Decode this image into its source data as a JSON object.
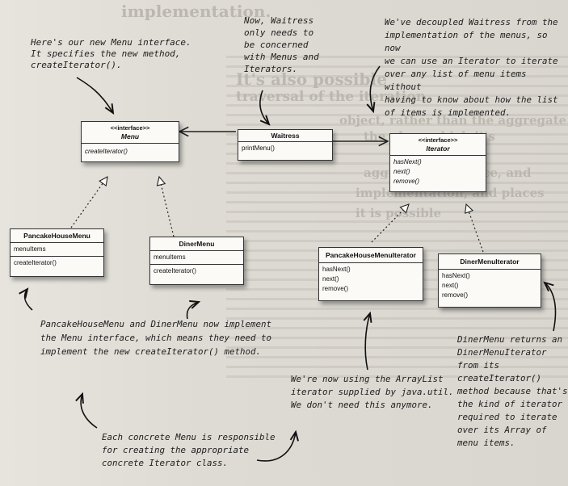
{
  "background": {
    "heading_1": "implementation.",
    "heading_2": "It's also possible",
    "heading_3": "traversal of the iteration",
    "heading_4": "object, rather than the aggregate.",
    "heading_5": "the place which it's",
    "heading_6": "aggregate interface, and",
    "heading_7": "implementation, and places",
    "heading_8": "it is possible"
  },
  "classes": {
    "menu": {
      "stereotype": "<<interface>>",
      "name": "Menu",
      "methods": [
        "createIterator()"
      ]
    },
    "waitress": {
      "name": "Waitress",
      "methods": [
        "printMenu()"
      ]
    },
    "iterator": {
      "stereotype": "<<interface>>",
      "name": "Iterator",
      "methods": [
        "hasNext()",
        "next()",
        "remove()"
      ]
    },
    "pancake_menu": {
      "name": "PancakeHouseMenu",
      "fields": [
        "menuItems"
      ],
      "methods": [
        "createIterator()"
      ]
    },
    "diner_menu": {
      "name": "DinerMenu",
      "fields": [
        "menuItems"
      ],
      "methods": [
        "createIterator()"
      ]
    },
    "pancake_iterator": {
      "name": "PancakeHouseMenuIterator",
      "methods": [
        "hasNext()",
        "next()",
        "remove()"
      ]
    },
    "diner_iterator": {
      "name": "DinerMenuIterator",
      "methods": [
        "hasNext()",
        "next()",
        "remove()"
      ]
    }
  },
  "notes": {
    "menu_interface": "Here's our new Menu interface.\nIt specifies the new method,\ncreateIterator().",
    "waitress_only": "Now, Waitress\nonly needs to\nbe concerned\nwith Menus and\nIterators.",
    "decoupled": "We've decoupled Waitress from the\nimplementation of the menus, so now\nwe can use an Iterator to iterate\nover any list of menu items without\nhaving to know about how the list\nof items is implemented.",
    "implement_menu": "PancakeHouseMenu and DinerMenu now implement\nthe Menu interface, which means they need to\nimplement the new createIterator() method.",
    "arraylist": "We're now using the ArrayList\niterator supplied by java.util.\nWe don't need this anymore.",
    "diner_returns": "DinerMenu returns an\nDinerMenuIterator\nfrom its\ncreateIterator()\nmethod because that's\nthe kind of iterator\nrequired to iterate\nover its Array of\nmenu items.",
    "concrete_menu": "Each concrete Menu is responsible\nfor creating the appropriate\nconcrete Iterator class."
  }
}
